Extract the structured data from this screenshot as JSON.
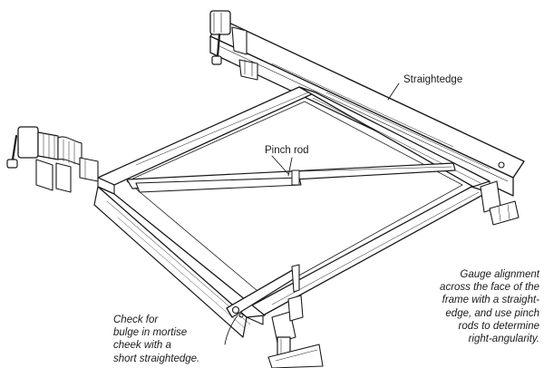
{
  "labels": {
    "straightedge": "Straightedge",
    "pinch_rod": "Pinch rod"
  },
  "captions": {
    "gauge": [
      "Gauge alignment",
      "across the face of the",
      "frame with a straight-",
      "edge, and use pinch",
      "rods to determine",
      "right-angularity."
    ],
    "check": [
      "Check for",
      "bulge in mortise",
      "cheek with a",
      "short straightedge."
    ]
  },
  "colors": {
    "ink": "#1a1a1a",
    "paper": "#ffffff"
  }
}
